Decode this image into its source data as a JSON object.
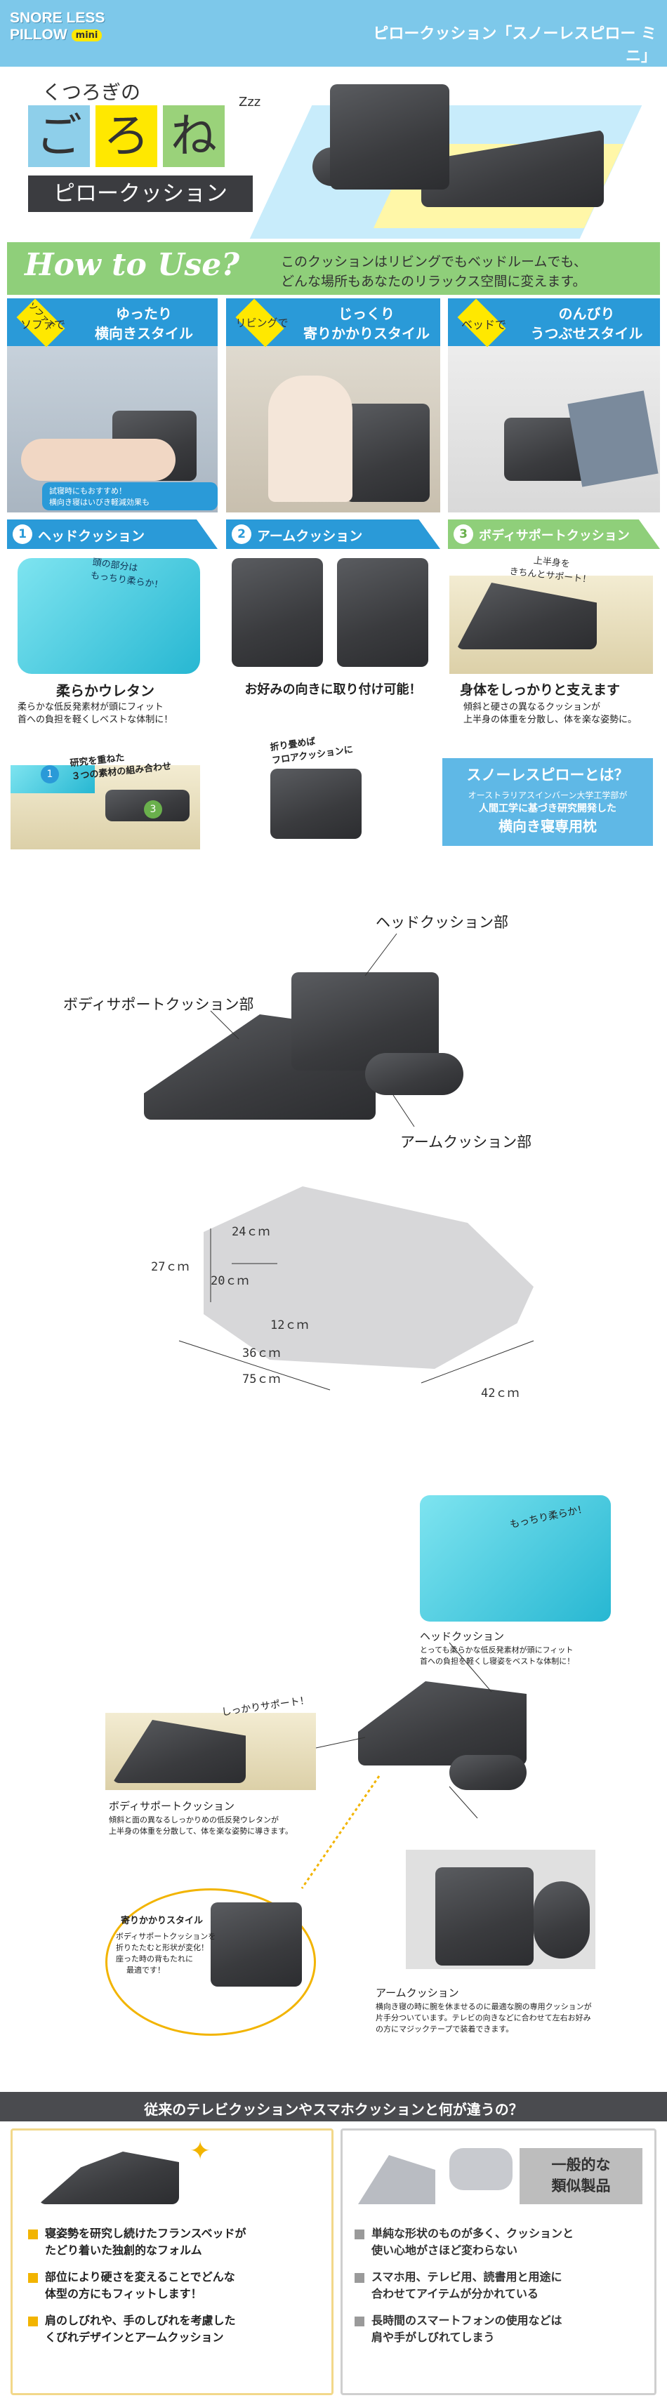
{
  "header": {
    "brand_line1": "SNORE LESS",
    "brand_line2": "PILLOW",
    "brand_mini": "mini",
    "product": "ピロークッション「スノーレスピロー ミニ」"
  },
  "hero": {
    "kicker": "くつろぎの",
    "title_chars": [
      "ご",
      "ろ",
      "ね"
    ],
    "subtitle": "ピロークッション",
    "zzz": "Zzz"
  },
  "howto": {
    "title": "How to Use?",
    "desc1": "このクッションはリビングでもベッドルームでも、",
    "desc2": "どんな場所もあなたのリラックス空間に変えます。",
    "styles": [
      {
        "place": "ソファで",
        "line1": "ゆったり",
        "line2": "横向きスタイル"
      },
      {
        "place": "リビングで",
        "line1": "じっくり",
        "line2": "寄りかかりスタイル"
      },
      {
        "place": "ベッドで",
        "line1": "のんびり",
        "line2": "うつぶせスタイル"
      }
    ],
    "badge1": "試寝時にもおすすめ！",
    "badge2": "横向き寝はいびき軽減効果も"
  },
  "parts": {
    "items": [
      {
        "num": "1",
        "label": "ヘッドクッション",
        "callout": "頭の部分は\nもっちり柔らか！",
        "heading": "柔らかウレタン",
        "desc1": "柔らかな低反発素材が頭にフィット",
        "desc2": "首への負担を軽くしベストな体制に！"
      },
      {
        "num": "2",
        "label": "アームクッション",
        "heading": "お好みの向きに取り付け可能！"
      },
      {
        "num": "3",
        "label": "ボディサポートクッション",
        "callout": "上半身を\nきちんとサポート！",
        "heading": "身体をしっかりと支えます",
        "desc1": "傾斜と硬さの異なるクッションが",
        "desc2": "上半身の体重を分散し、体を楽な姿勢に。"
      }
    ],
    "research": "研究を重ねた\n３つの素材の組み合わせ",
    "fold": "折り畳めば\nフロアクッションに",
    "snore_title": "スノーレスピローとは？",
    "snore_line1": "オーストラリアスインバーン大学工学部が",
    "snore_line2": "人間工学に基づき研究開発した",
    "snore_line3": "横向き寝専用枕"
  },
  "diagram": {
    "head": "ヘッドクッション部",
    "body": "ボディサポートクッション部",
    "arm": "アームクッション部"
  },
  "dims": {
    "d1": "24ｃｍ",
    "d2": "27ｃｍ",
    "d3": "20ｃｍ",
    "d4": "12ｃｍ",
    "d5": "36ｃｍ",
    "d6": "75ｃｍ",
    "d7": "42ｃｍ"
  },
  "features": {
    "foam_callout": "もっちり柔らか！",
    "head_title": "ヘッドクッション",
    "head_desc1": "とっても柔らかな低反発素材が頭にフィット",
    "head_desc2": "首への負担を軽くし寝姿をベストな体制に！",
    "body_callout": "しっかりサポート！",
    "body_title": "ボディサポートクッション",
    "body_desc1": "傾斜と面の異なるしっかりめの低反発ウレタンが",
    "body_desc2": "上半身の体重を分散して、体を楽な姿勢に導きます。",
    "lean_title": "寄りかかりスタイル",
    "lean_desc1": "ボディサポートクッションを",
    "lean_desc2": "折りたたむと形状が変化！",
    "lean_desc3": "座った時の背もたれに",
    "lean_desc4": "最適です！",
    "arm_title": "アームクッション",
    "arm_desc1": "横向き寝の時に腕を休ませるのに最適な腕の専用クッションが",
    "arm_desc2": "片手分ついています。テレビの向きなどに合わせて左右お好み",
    "arm_desc3": "の方にマジックテープで装着できます。"
  },
  "compare": {
    "title": "従来のテレビクッションやスマホクッションと何が違うの？",
    "general_badge1": "一般的な",
    "general_badge2": "類似製品",
    "ours": [
      [
        "寝姿勢を研究し続けたフランスベッドが",
        "たどり着いた独創的なフォルム"
      ],
      [
        "部位により硬さを変えることでどんな",
        "体型の方にもフィットします！"
      ],
      [
        "肩のしびれや、手のしびれを考慮した",
        "くびれデザインとアームクッション"
      ]
    ],
    "others": [
      [
        "単純な形状のものが多く、クッションと",
        "使い心地がさほど変わらない"
      ],
      [
        "スマホ用、テレビ用、読書用と用途に",
        "合わせてアイテムが分かれている"
      ],
      [
        "長時間のスマートフォンの使用などは",
        "肩や手がしびれてしまう"
      ]
    ]
  },
  "colors": {
    "accent_blue": "#2aa0dc",
    "header_bg": "#7dc8ea",
    "green": "#8fcf7a",
    "yellow": "#ffe800",
    "dark": "#3b3c40"
  }
}
